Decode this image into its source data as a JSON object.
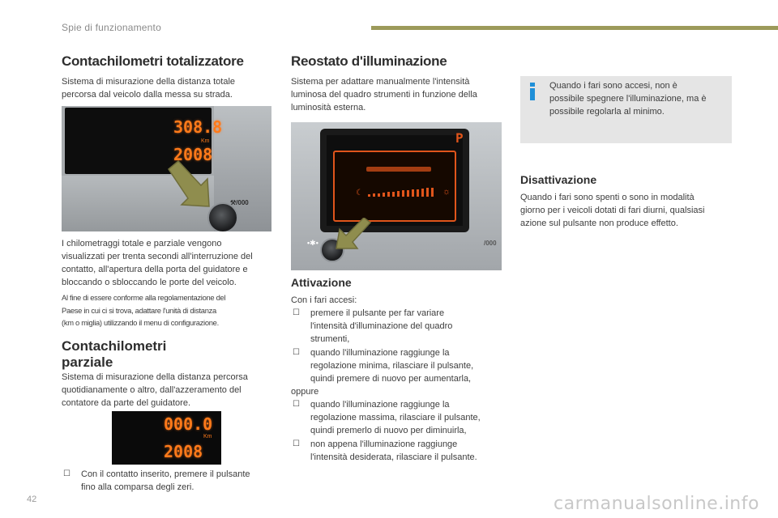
{
  "header": {
    "section": "Spie di funzionamento",
    "bar_color": "#9c9a5a"
  },
  "page_number": "42",
  "watermark": "carmanualsonline.info",
  "left_column": {
    "title1": "Contachilometri totalizzatore",
    "intro1": [
      "Sistema di misurazione della distanza totale",
      "percorsa dal veicolo dalla messa su strada."
    ],
    "photo1": {
      "total_km": "308.8",
      "trip": "2008",
      "unit": "Km",
      "button_label": "/000"
    },
    "para2": [
      "I chilometraggi totale e parziale vengono",
      "visualizzati per trenta secondi all'interruzione del",
      "contatto, all'apertura della porta del guidatore e",
      "bloccando o sbloccando le porte del veicolo."
    ],
    "note": [
      "Al fine di essere conforme alla regolamentazione del",
      "Paese in cui ci si trova, adattare l'unità di distanza",
      "(km o miglia) utilizzando il menu di configurazione."
    ],
    "title2": [
      "Contachilometri",
      "parziale"
    ],
    "intro2": [
      "Sistema di misurazione della distanza percorsa",
      "quotidianamente o altro, dall'azzeramento del",
      "contatore da parte del guidatore."
    ],
    "photo3": {
      "trip_value": "000.0",
      "unit": "Km",
      "total": "2008"
    },
    "step": [
      "Con il contatto inserito, premere il pulsante",
      "fino alla comparsa degli zeri."
    ]
  },
  "middle_column": {
    "title": "Reostato d'illuminazione",
    "intro": [
      "Sistema per adattare manualmente l'intensità",
      "luminosa del quadro strumenti in funzione della",
      "luminosità esterna."
    ],
    "photo2": {
      "p_indicator": "P",
      "bars": 14,
      "button_label": "/000"
    },
    "subtitle": "Attivazione",
    "lead": "Con i fari accesi:",
    "bullets": [
      [
        "premere il pulsante per far variare",
        "l'intensità d'illuminazione del quadro",
        "strumenti,"
      ],
      [
        "quando l'illuminazione raggiunge la",
        "regolazione minima, rilasciare il pulsante,",
        "quindi premere di nuovo per aumentarla,"
      ]
    ],
    "oppure": "oppure",
    "bullets2": [
      [
        "quando l'illuminazione raggiunge la",
        "regolazione massima, rilasciare il pulsante,",
        "quindi premerlo di nuovo per diminuirla,"
      ],
      [
        "non appena l'illuminazione raggiunge",
        "l'intensità desiderata, rilasciare il pulsante."
      ]
    ]
  },
  "right_column": {
    "info": [
      "Quando i fari sono accesi, non è",
      "possibile spegnere l'illuminazione, ma è",
      "possibile regolarla al minimo."
    ],
    "subtitle": "Disattivazione",
    "text": [
      "Quando i fari sono spenti o sono in modalità",
      "giorno per i veicoli dotati di fari diurni, qualsiasi",
      "azione sul pulsante non produce effetto."
    ]
  },
  "colors": {
    "display_orange": "#ff7a1a",
    "arrow_olive": "#9c9a5a",
    "info_blue": "#1f8fd8"
  }
}
